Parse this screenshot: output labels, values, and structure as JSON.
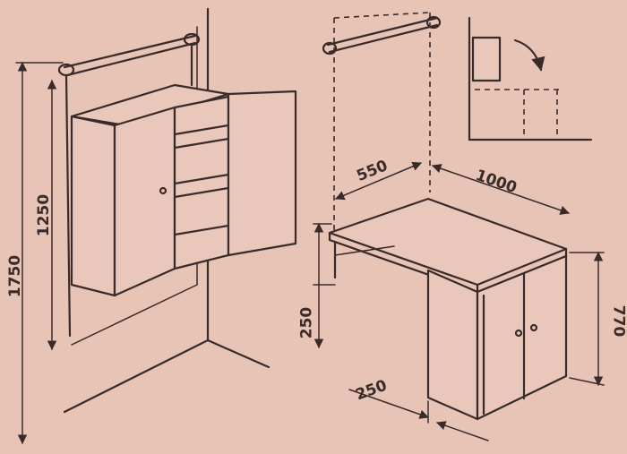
{
  "dimensions": {
    "total_height": "1750",
    "cabinet_height": "1250",
    "table_depth": "550",
    "table_width": "1000",
    "leg_offset": "250",
    "cabinet_height_lower": "770",
    "cabinet_depth": "250"
  },
  "colors": {
    "paper": "#e7c4b6",
    "ink": "#3a2b2b"
  }
}
